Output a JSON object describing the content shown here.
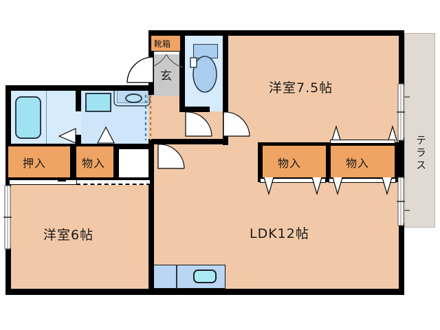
{
  "plan": {
    "type": "apartment-floor-plan",
    "unit_label_font": "japanese",
    "colors": {
      "wall": "#000000",
      "room_floor": "#f2c9a8",
      "wet_floor": "#d6ebfb",
      "closet": "#f0a463",
      "genkan": "#c9c9c9",
      "terrace": "#e0dad2",
      "fixture_blue": "#9fe3f2"
    }
  },
  "rooms": [
    {
      "id": "washitsu_75",
      "label": "洋室7.5帖",
      "kind": "bedroom",
      "size_jo": 7.5
    },
    {
      "id": "washitsu_6",
      "label": "洋室6帖",
      "kind": "bedroom",
      "size_jo": 6
    },
    {
      "id": "ldk",
      "label": "LDK12帖",
      "kind": "living-dining-kitchen",
      "size_jo": 12
    }
  ],
  "closets": [
    {
      "id": "oshiire",
      "label": "押入"
    },
    {
      "id": "monoire_1",
      "label": "物入"
    },
    {
      "id": "monoire_2",
      "label": "物入"
    },
    {
      "id": "monoire_3",
      "label": "物入"
    }
  ],
  "entry": {
    "shoebox_label": "靴箱",
    "genkan_label": "玄"
  },
  "exterior": {
    "terrace_label": "テラス"
  },
  "fixtures": [
    {
      "id": "bathtub",
      "name": "bathtub"
    },
    {
      "id": "washing-machine",
      "name": "washing-machine-space"
    },
    {
      "id": "washbasin",
      "name": "washbasin"
    },
    {
      "id": "toilet",
      "name": "toilet"
    },
    {
      "id": "kitchen-sink",
      "name": "kitchen-sink"
    },
    {
      "id": "kitchen-counter",
      "name": "kitchen-counter"
    }
  ],
  "doors": [
    {
      "id": "entrance-door",
      "name": "entrance-door"
    },
    {
      "id": "toilet-door",
      "name": "toilet-door"
    },
    {
      "id": "hall-door",
      "name": "hall-door"
    },
    {
      "id": "bedroom-door",
      "name": "bedroom-door-75"
    },
    {
      "id": "ldk-door",
      "name": "ldk-door"
    }
  ],
  "windows": [
    {
      "id": "window-east-1",
      "name": "sliding-window-east-upper"
    },
    {
      "id": "window-east-2",
      "name": "sliding-window-east-lower"
    },
    {
      "id": "window-west",
      "name": "sliding-window-west"
    }
  ]
}
